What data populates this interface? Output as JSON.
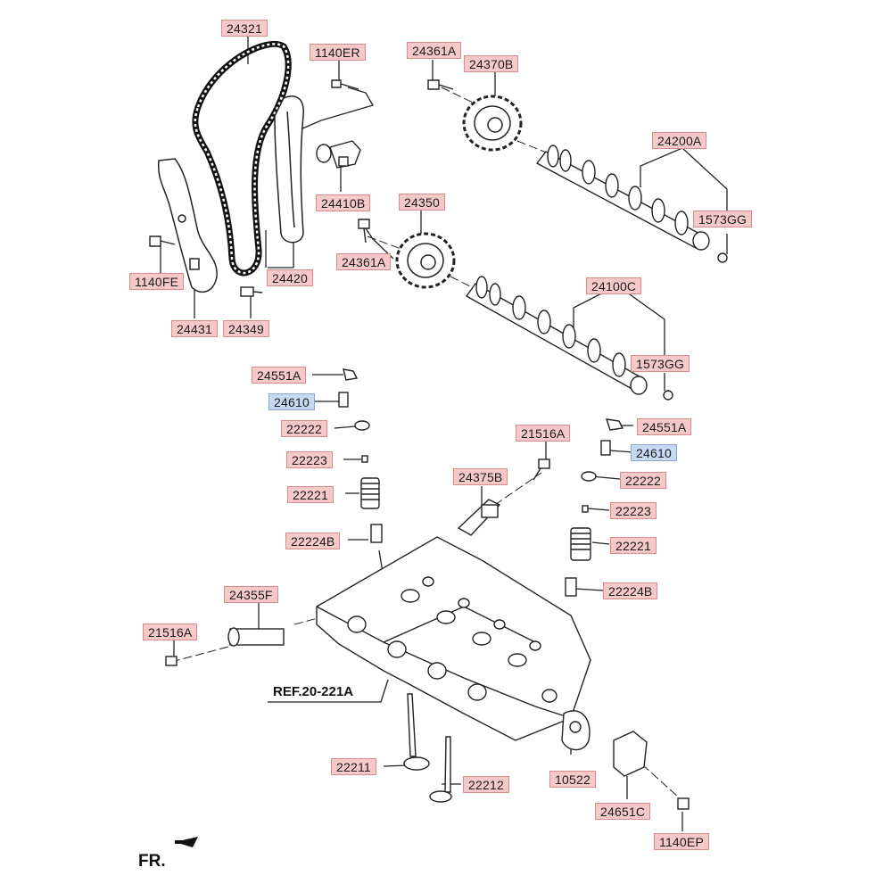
{
  "parts": [
    {
      "id": "24321",
      "label": "24321",
      "color": "red"
    },
    {
      "id": "1140ER",
      "label": "1140ER",
      "color": "red"
    },
    {
      "id": "24361A-top",
      "label": "24361A",
      "color": "red"
    },
    {
      "id": "24370B",
      "label": "24370B",
      "color": "red"
    },
    {
      "id": "24200A",
      "label": "24200A",
      "color": "red"
    },
    {
      "id": "1573GG-top",
      "label": "1573GG",
      "color": "red"
    },
    {
      "id": "24410B",
      "label": "24410B",
      "color": "red"
    },
    {
      "id": "24350",
      "label": "24350",
      "color": "red"
    },
    {
      "id": "24361A-mid",
      "label": "24361A",
      "color": "red"
    },
    {
      "id": "24420",
      "label": "24420",
      "color": "red"
    },
    {
      "id": "1140FE",
      "label": "1140FE",
      "color": "red"
    },
    {
      "id": "24431",
      "label": "24431",
      "color": "red"
    },
    {
      "id": "24349",
      "label": "24349",
      "color": "red"
    },
    {
      "id": "24100C",
      "label": "24100C",
      "color": "red"
    },
    {
      "id": "1573GG-mid",
      "label": "1573GG",
      "color": "red"
    },
    {
      "id": "24551A-left",
      "label": "24551A",
      "color": "red"
    },
    {
      "id": "24610-left",
      "label": "24610",
      "color": "blue"
    },
    {
      "id": "22222-left",
      "label": "22222",
      "color": "red"
    },
    {
      "id": "22223-left",
      "label": "22223",
      "color": "red"
    },
    {
      "id": "22221-left",
      "label": "22221",
      "color": "red"
    },
    {
      "id": "22224B-left",
      "label": "22224B",
      "color": "red"
    },
    {
      "id": "21516A-right",
      "label": "21516A",
      "color": "red"
    },
    {
      "id": "24551A-right",
      "label": "24551A",
      "color": "red"
    },
    {
      "id": "24610-right",
      "label": "24610",
      "color": "blue"
    },
    {
      "id": "24375B",
      "label": "24375B",
      "color": "red"
    },
    {
      "id": "22222-right",
      "label": "22222",
      "color": "red"
    },
    {
      "id": "22223-right",
      "label": "22223",
      "color": "red"
    },
    {
      "id": "22221-right",
      "label": "22221",
      "color": "red"
    },
    {
      "id": "22224B-right",
      "label": "22224B",
      "color": "red"
    },
    {
      "id": "24355F",
      "label": "24355F",
      "color": "red"
    },
    {
      "id": "21516A-left",
      "label": "21516A",
      "color": "red"
    },
    {
      "id": "22211",
      "label": "22211",
      "color": "red"
    },
    {
      "id": "22212",
      "label": "22212",
      "color": "red"
    },
    {
      "id": "10522",
      "label": "10522",
      "color": "red"
    },
    {
      "id": "24651C",
      "label": "24651C",
      "color": "red"
    },
    {
      "id": "1140EP",
      "label": "1140EP",
      "color": "red"
    }
  ],
  "ref_label": "REF.20-221A",
  "front_label": "FR.",
  "colors": {
    "label_red": "#f6c9c9",
    "label_blue": "#c7d9f2",
    "line": "#222222"
  }
}
